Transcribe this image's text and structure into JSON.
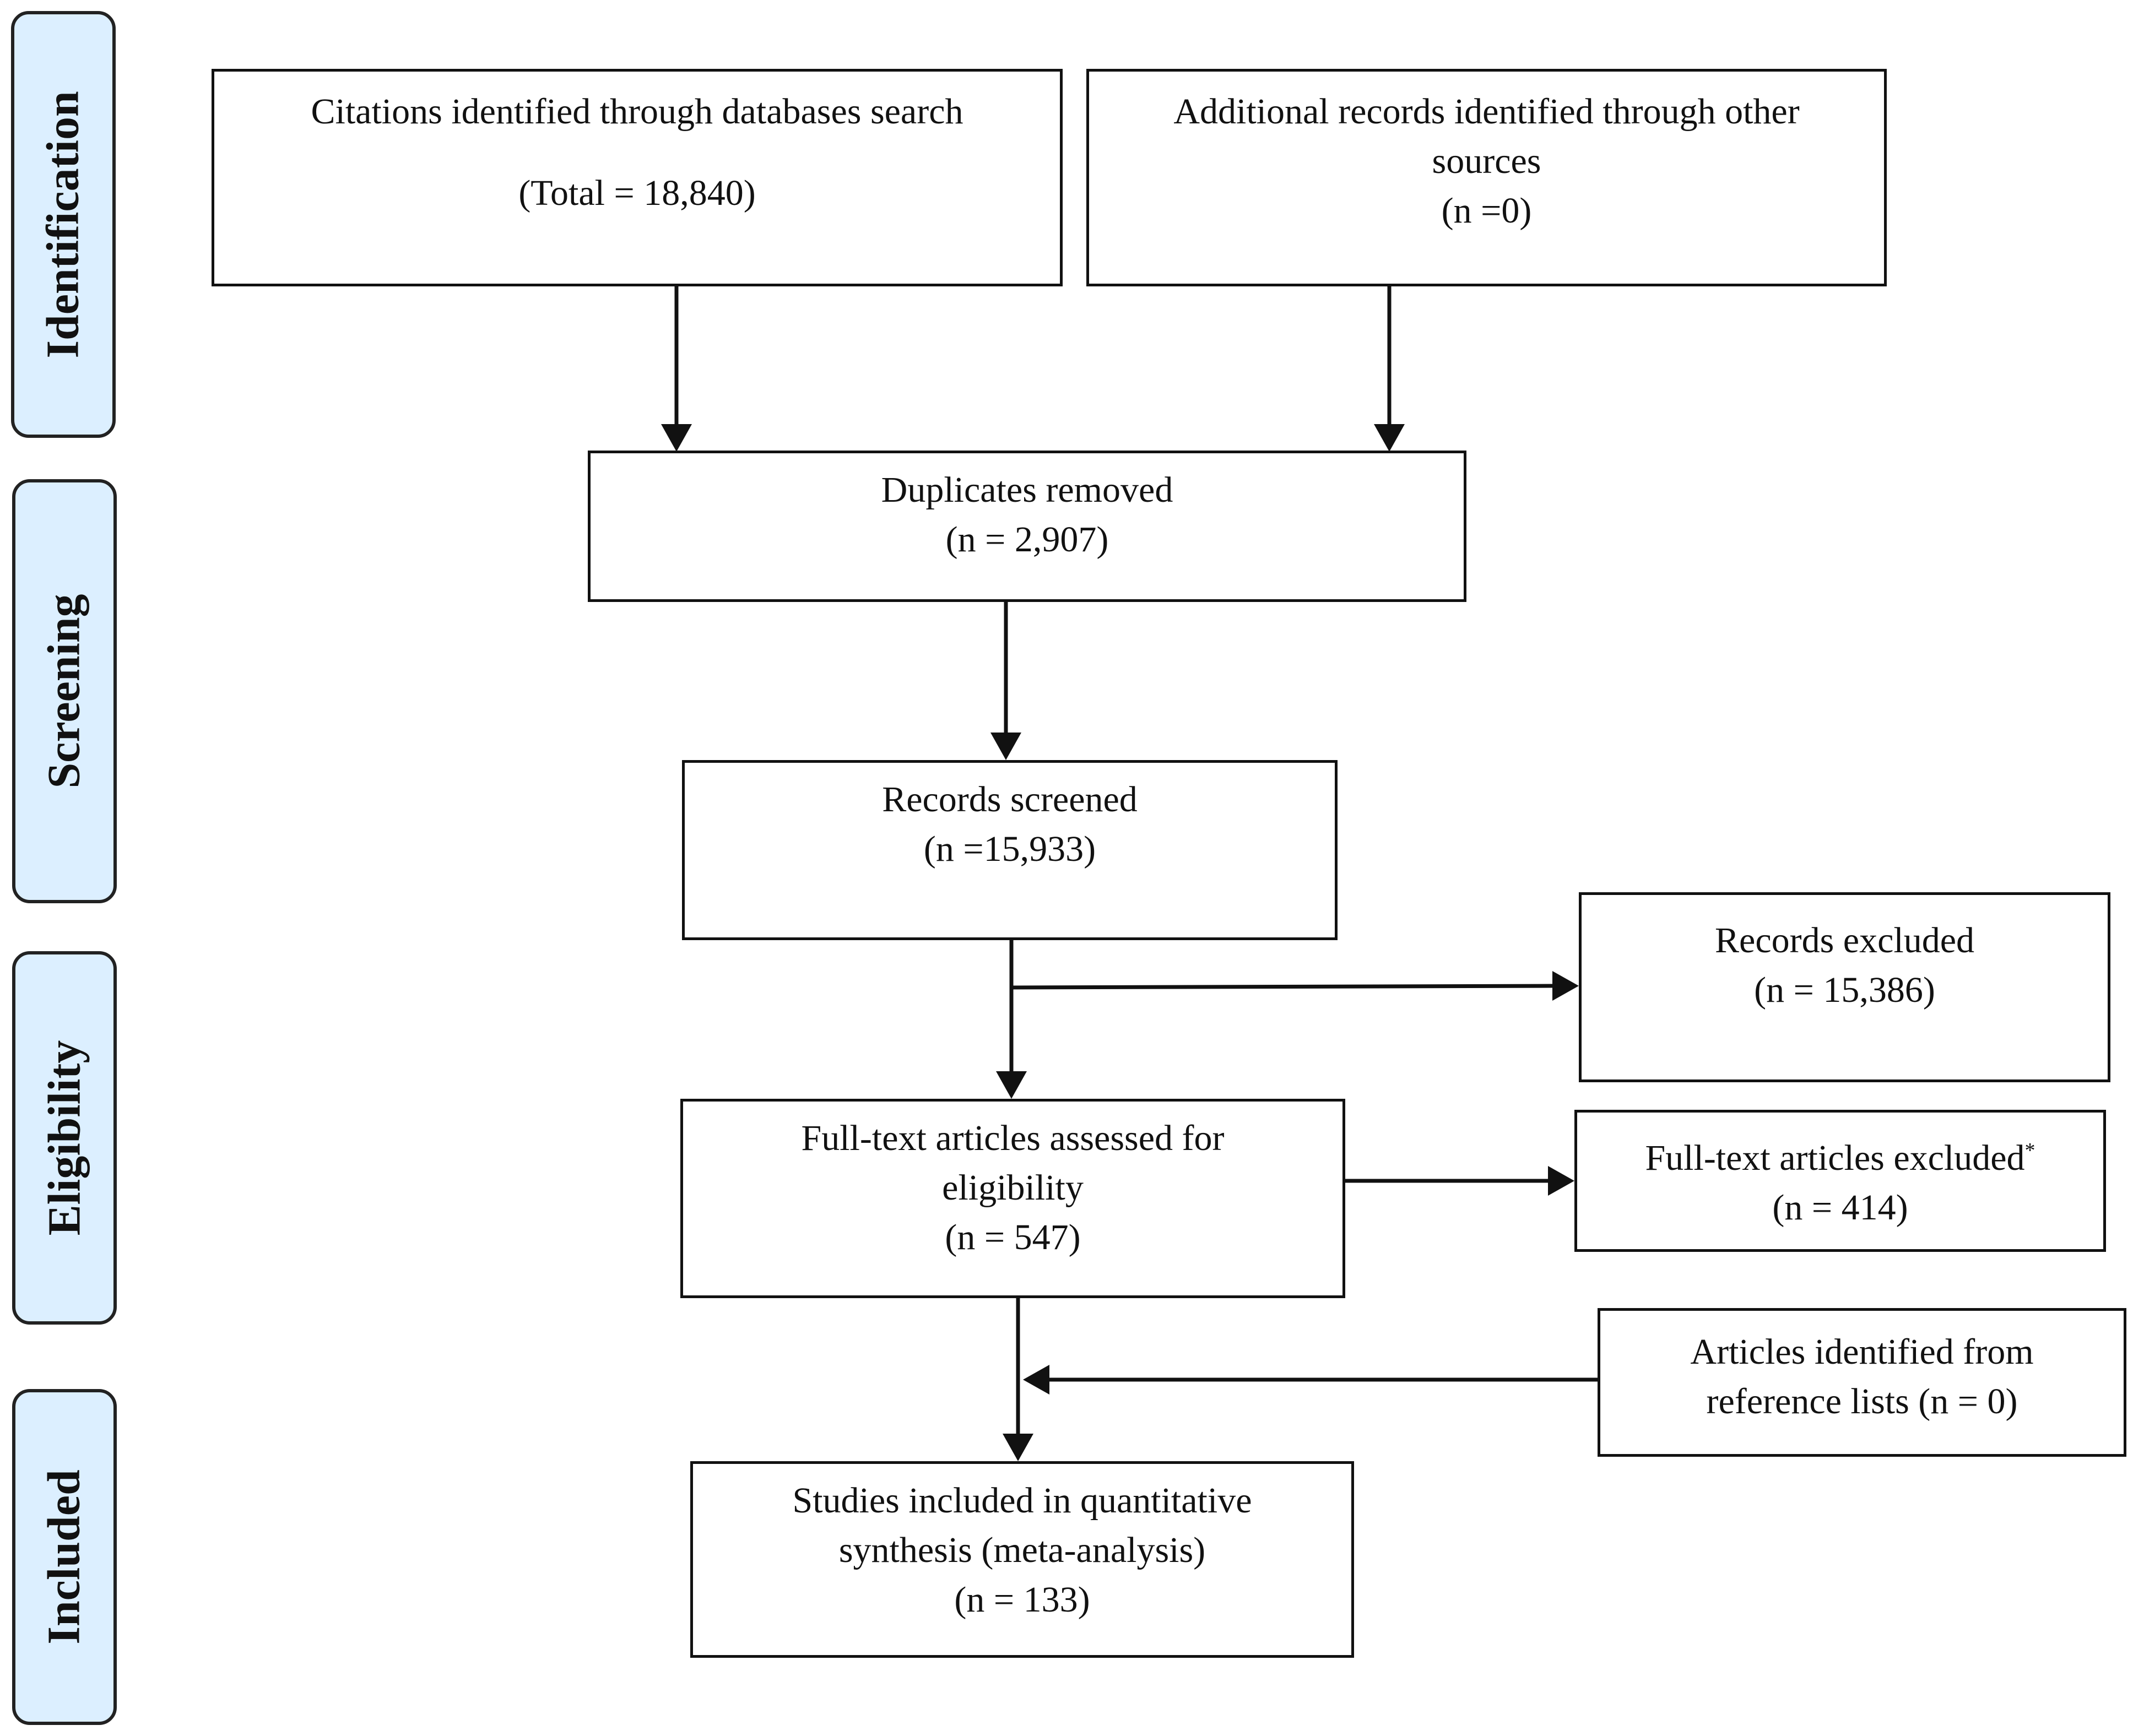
{
  "stages": {
    "identification": "Identification",
    "screening": "Screening",
    "eligibility": "Eligibility",
    "included": "Included"
  },
  "boxes": {
    "database_search": {
      "line1": "Citations identified through databases search",
      "line2": "(Total = 18,840)"
    },
    "other_sources": {
      "line1": "Additional records identified through other",
      "line2": "sources",
      "line3": "(n =0)"
    },
    "duplicates": {
      "line1": "Duplicates removed",
      "line2": "(n = 2,907)"
    },
    "screened": {
      "line1": "Records screened",
      "line2": "(n =15,933)"
    },
    "records_excluded": {
      "line1": "Records excluded",
      "line2": "(n = 15,386)"
    },
    "fulltext_assessed": {
      "line1": "Full-text articles assessed for",
      "line2": "eligibility",
      "line3": "(n = 547)"
    },
    "fulltext_excluded": {
      "line1": "Full-text articles excluded",
      "marker": "*",
      "line2": "(n = 414)"
    },
    "reference_lists": {
      "line1": "Articles identified from",
      "line2": "reference lists (n = 0)"
    },
    "included": {
      "line1": "Studies included in quantitative",
      "line2": "synthesis (meta-analysis)",
      "line3": "(n = 133)"
    }
  },
  "colors": {
    "stage_fill": "#dcefff",
    "line": "#111111"
  }
}
